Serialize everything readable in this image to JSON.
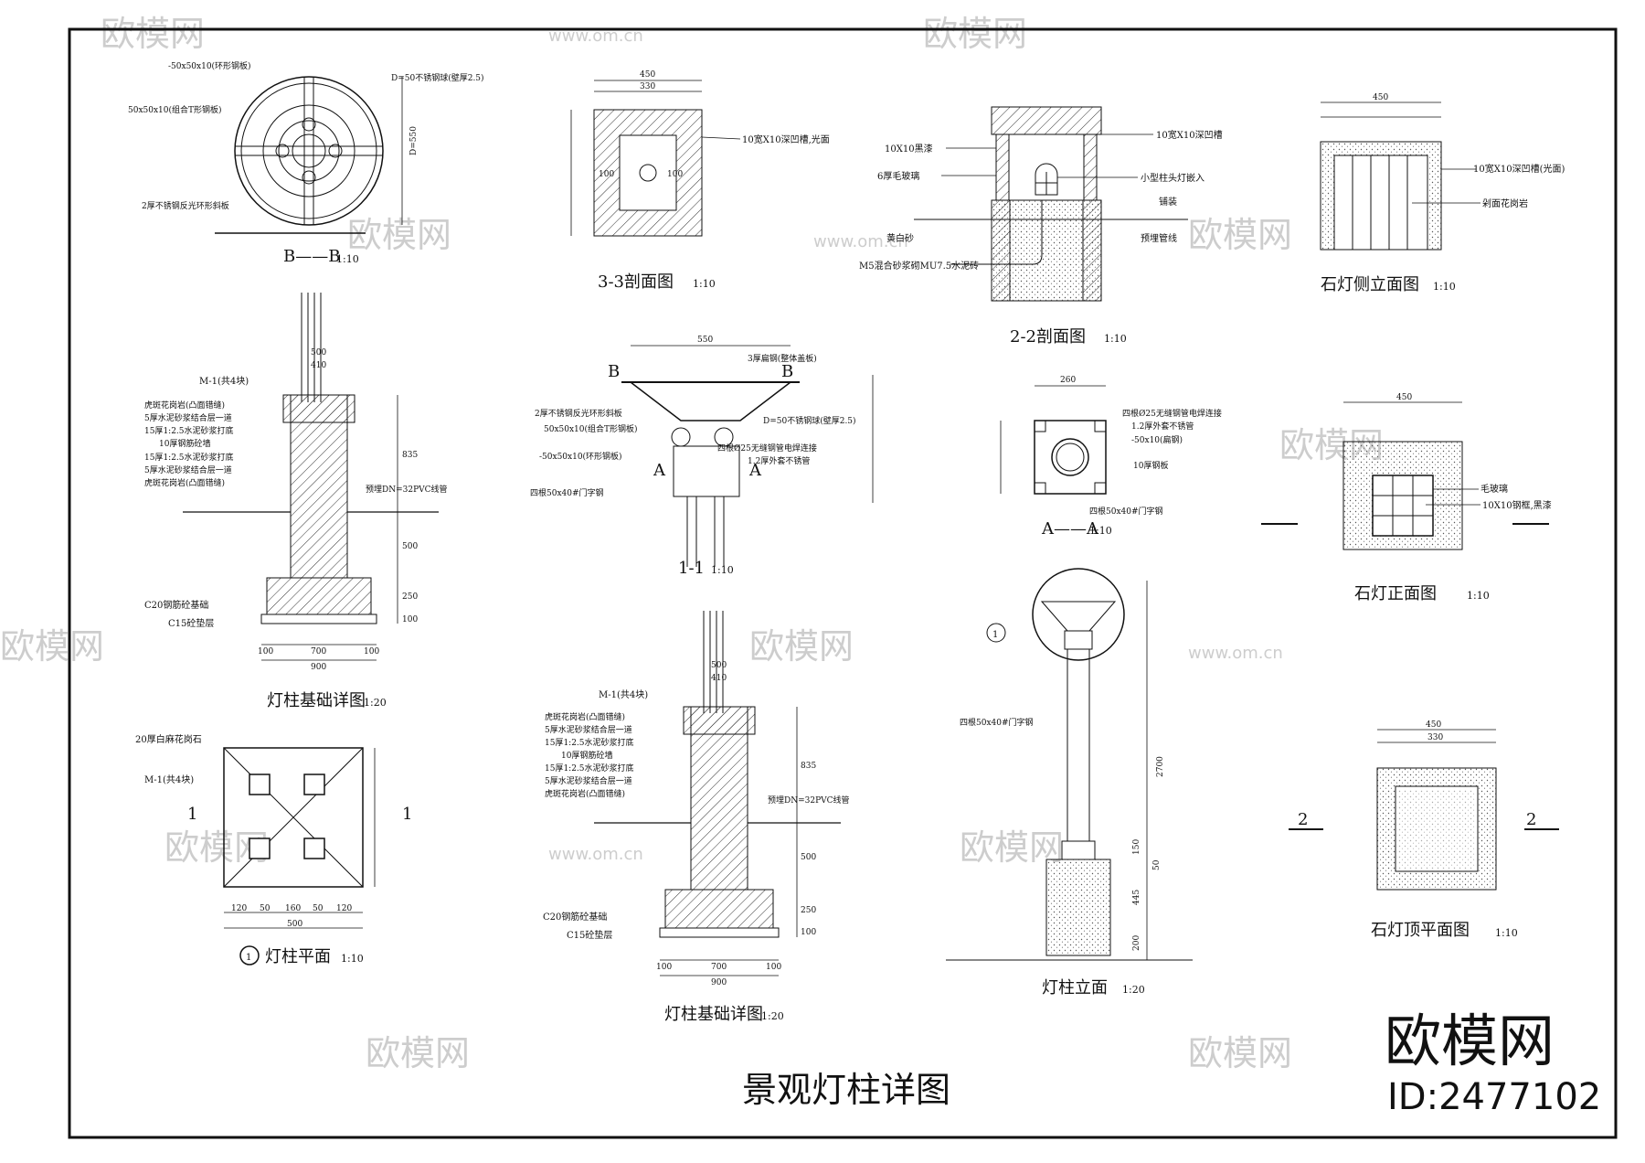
{
  "drawing": {
    "main_title": "景观灯柱详图",
    "brand": "欧模网",
    "id_label": "ID:2477102",
    "watermark": "欧模网",
    "watermark_url": "www.om.cn"
  },
  "views": {
    "bb": {
      "title": "B——B",
      "scale": "1:10",
      "notes": [
        "-50x50x10(环形钢板)",
        "50x50x10(组合T形钢板)",
        "D=50不锈钢球(壁厚2.5)",
        "2厚不锈钢反光环形斜板",
        "D=550"
      ]
    },
    "s33": {
      "title": "3-3剖面图",
      "scale": "1:10",
      "notes": [
        "10宽X10深凹槽,光面",
        "450",
        "330",
        "100"
      ]
    },
    "s22": {
      "title": "2-2剖面图",
      "scale": "1:10",
      "notes": [
        "10宽X10深凹槽",
        "10X10黑漆",
        "6厚毛玻璃",
        "小型柱头灯嵌入",
        "铺装",
        "预埋管线",
        "黄白砂",
        "M5混合砂浆砌MU7.5水泥砖"
      ]
    },
    "side": {
      "title": "石灯侧立面图",
      "scale": "1:10",
      "notes": [
        "10宽X10深凹槽(光面)",
        "剁面花岗岩",
        "450"
      ]
    },
    "found1": {
      "title": "灯柱基础详图",
      "scale": "1:20",
      "notes": [
        "M-1(共4块)",
        "虎斑花岗岩(凸面错缝)",
        "5厚水泥砂浆结合层一道",
        "15厚1:2.5水泥砂浆打底",
        "10厚钢筋砼墙",
        "15厚1:2.5水泥砂浆打底",
        "5厚水泥砂浆结合层一道",
        "虎斑花岗岩(凸面错缝)",
        "预埋DN=32PVC线管",
        "C20钢筋砼基础",
        "C15砼垫层"
      ],
      "dims": [
        "500",
        "410",
        "835",
        "500",
        "250",
        "100",
        "100",
        "700",
        "100",
        "900"
      ]
    },
    "s11": {
      "title": "1-1",
      "scale": "1:10",
      "notes": [
        "3厚扁钢(整体盖板)",
        "2厚不锈钢反光环形斜板",
        "50x50x10(组合T形钢板)",
        "-50x50x10(环形钢板)",
        "D=50不锈钢球(壁厚2.5)",
        "四根Ø25无缝钢管电焊连接",
        "1.2厚外套不锈管",
        "四根50x40#门字钢",
        "550",
        "B",
        "A"
      ]
    },
    "aa": {
      "title": "A——A",
      "scale": "1:10",
      "notes": [
        "四根Ø25无缝钢管电焊连接",
        "1.2厚外套不锈管",
        "-50x10(扁钢)",
        "10厚钢板",
        "四根50x40#门字钢",
        "260"
      ]
    },
    "front": {
      "title": "石灯正面图",
      "scale": "1:10",
      "notes": [
        "毛玻璃",
        "10X10钢框,黑漆",
        "450"
      ]
    },
    "plan": {
      "title": "灯柱平面",
      "num": "1",
      "scale": "1:10",
      "notes": [
        "20厚白麻花岗石",
        "M-1(共4块)",
        "1",
        "120",
        "50",
        "160",
        "50",
        "120",
        "500"
      ]
    },
    "found2": {
      "title": "灯柱基础详图",
      "scale": "1:20",
      "notes": [
        "M-1(共4块)",
        "虎斑花岗岩(凸面错缝)",
        "5厚水泥砂浆结合层一道",
        "15厚1:2.5水泥砂浆打底",
        "10厚钢筋砼墙",
        "15厚1:2.5水泥砂浆打底",
        "5厚水泥砂浆结合层一道",
        "虎斑花岗岩(凸面错缝)",
        "预埋DN=32PVC线管",
        "C20钢筋砼基础",
        "C15砼垫层"
      ],
      "dims": [
        "500",
        "410",
        "835",
        "500",
        "250",
        "100",
        "100",
        "700",
        "100",
        "900"
      ]
    },
    "elev": {
      "title": "灯柱立面",
      "scale": "1:20",
      "notes": [
        "四根50x40#门字钢",
        "2700",
        "150",
        "50",
        "445",
        "200",
        "1"
      ]
    },
    "top": {
      "title": "石灯顶平面图",
      "scale": "1:10",
      "notes": [
        "450",
        "330",
        "2"
      ]
    }
  }
}
